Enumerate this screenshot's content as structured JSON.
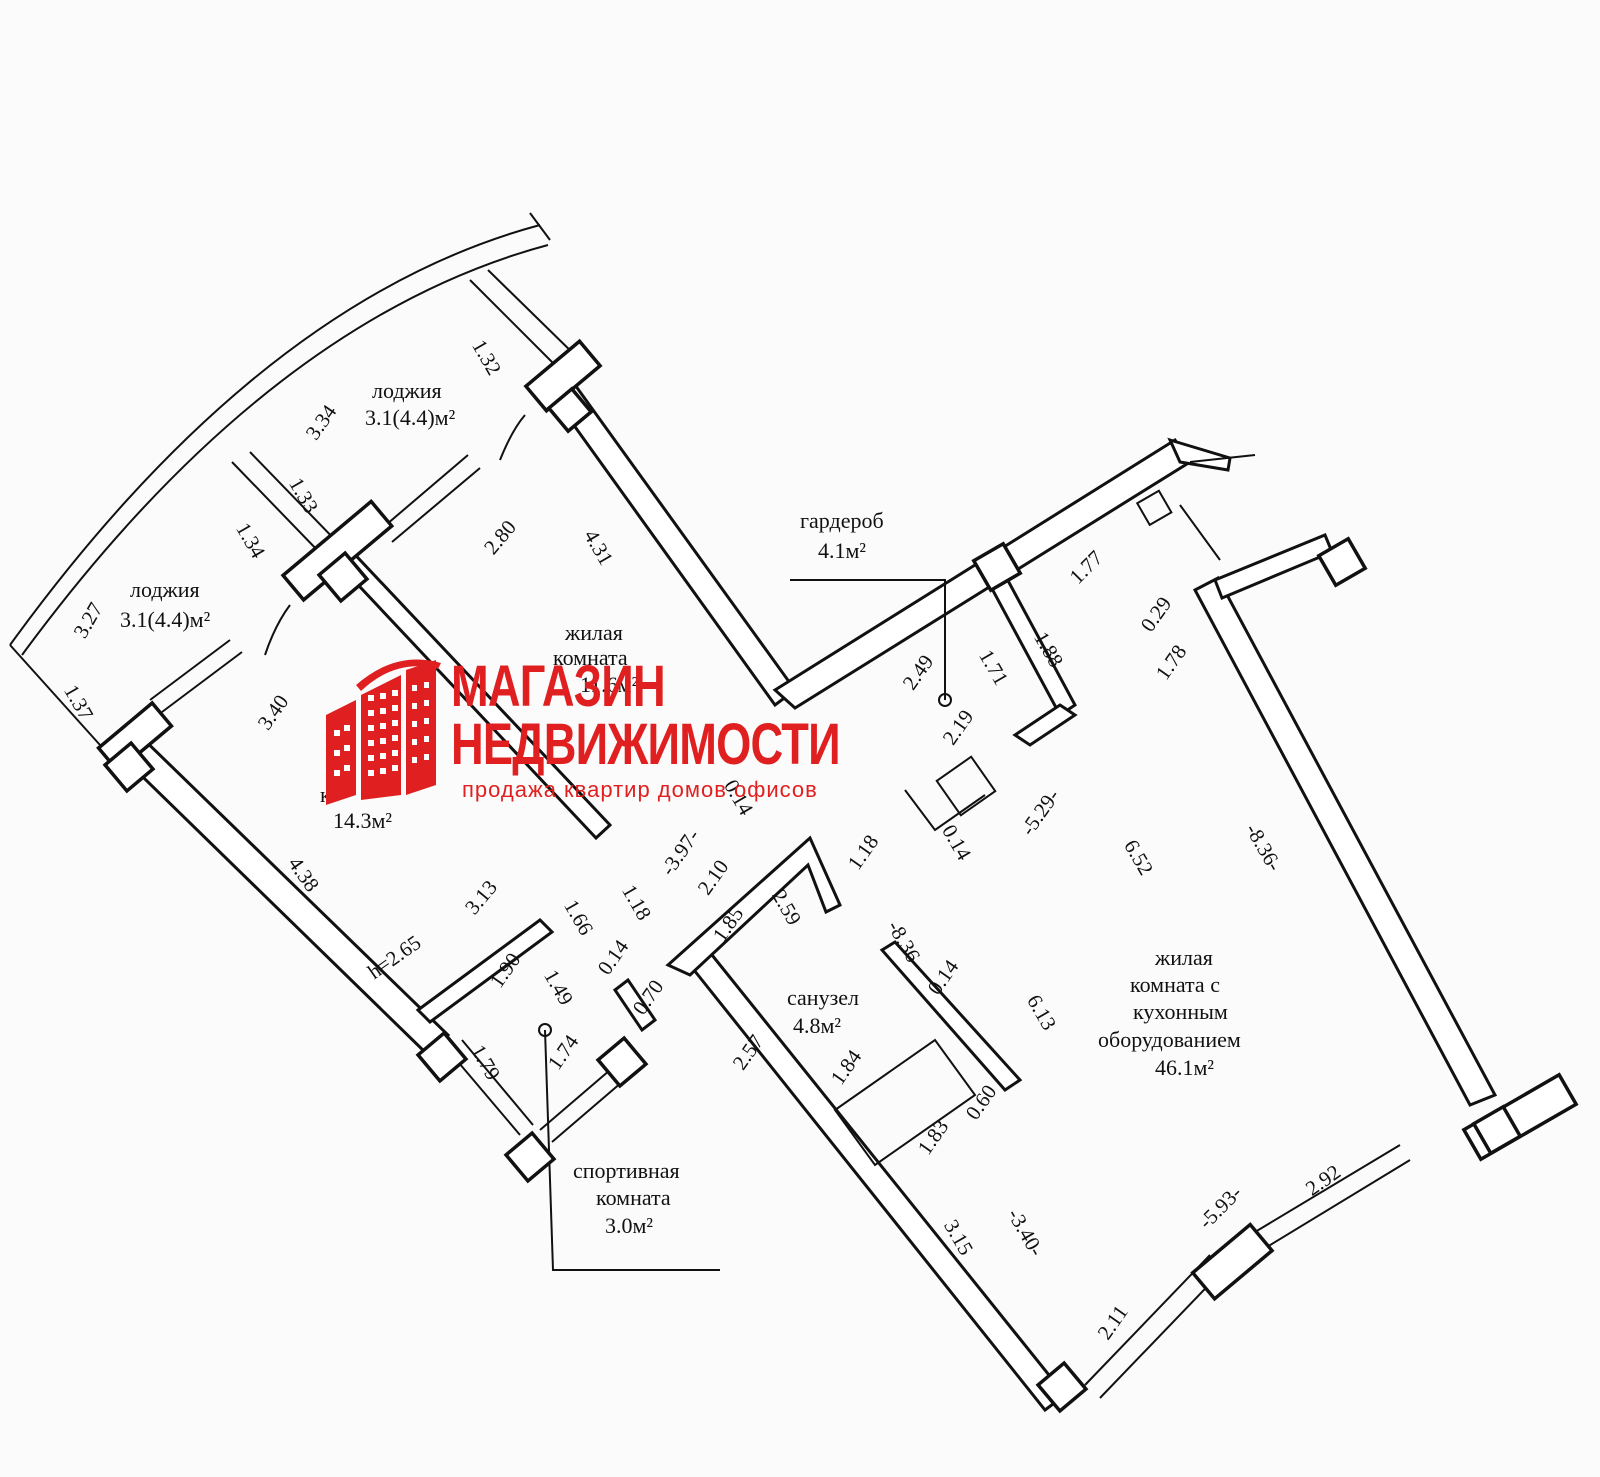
{
  "rooms": {
    "loggia_top": {
      "name": "лоджия",
      "area": "3.1(4.4)м²"
    },
    "loggia_left": {
      "name": "лоджия",
      "area": "3.1(4.4)м²"
    },
    "living_room_1": {
      "name_line1": "жилая",
      "name_line2": "комната",
      "area": "11.6м²"
    },
    "living_room_2": {
      "name": "к",
      "area": "14.3м²"
    },
    "wardrobe": {
      "name": "гардероб",
      "area": "4.1м²"
    },
    "bathroom": {
      "name": "санузел",
      "area": "4.8м²"
    },
    "kitchen_living": {
      "name_line1": "жилая",
      "name_line2": "комната с",
      "name_line3": "кухонным",
      "name_line4": "оборудованием",
      "area": "46.1м²"
    },
    "sport_room": {
      "name_line1": "спортивная",
      "name_line2": "комната",
      "area": "3.0м²"
    }
  },
  "ceiling_height": "h=2.65",
  "dimensions": {
    "d1_32": "1.32",
    "d3_34": "3.34",
    "d1_33": "1.33",
    "d1_34": "1.34",
    "d3_27": "3.27",
    "d1_37": "1.37",
    "d2_80": "2.80",
    "d4_31": "4.31",
    "d3_40a": "3.40",
    "d4_38": "4.38",
    "d3_13": "3.13",
    "d1_66": "1.66",
    "d1_90": "1.90",
    "d1_49": "1.49",
    "d1_79": "1.79",
    "d1_74": "1.74",
    "d0_14a": "0.14",
    "d0_70": "0.70",
    "d1_18a": "1.18",
    "d3_97": "-3.97-",
    "d2_10": "2.10",
    "d1_85": "1.85",
    "d2_59": "2.59",
    "d2_57": "2.57",
    "d1_18b": "1.18",
    "d8_36a": "-8.36-",
    "d0_14b": "0.14",
    "d1_84": "1.84",
    "d0_60": "0.60",
    "d1_83": "1.83",
    "d6_13": "6.13",
    "d3_15": "3.15",
    "d3_40b": "-3.40-",
    "d2_11": "2.11",
    "d5_93": "-5.93-",
    "d2_92": "2.92",
    "d8_36b": "-8.36-",
    "d6_52": "6.52",
    "d5_29": "-5.29-",
    "d0_14c": "0.14",
    "d2_19": "2.19",
    "d2_49": "2.49",
    "d1_71": "1.71",
    "d1_88": "1.88",
    "d1_77": "1.77",
    "d0_29": "0.29",
    "d1_78": "1.78",
    "d0_14d": "0.14"
  },
  "watermark": {
    "line1": "МАГАЗИН",
    "line2": "НЕДВИЖИМОСТИ",
    "tagline": "продажа  квартир  домов  офисов",
    "color": "#e02020"
  }
}
